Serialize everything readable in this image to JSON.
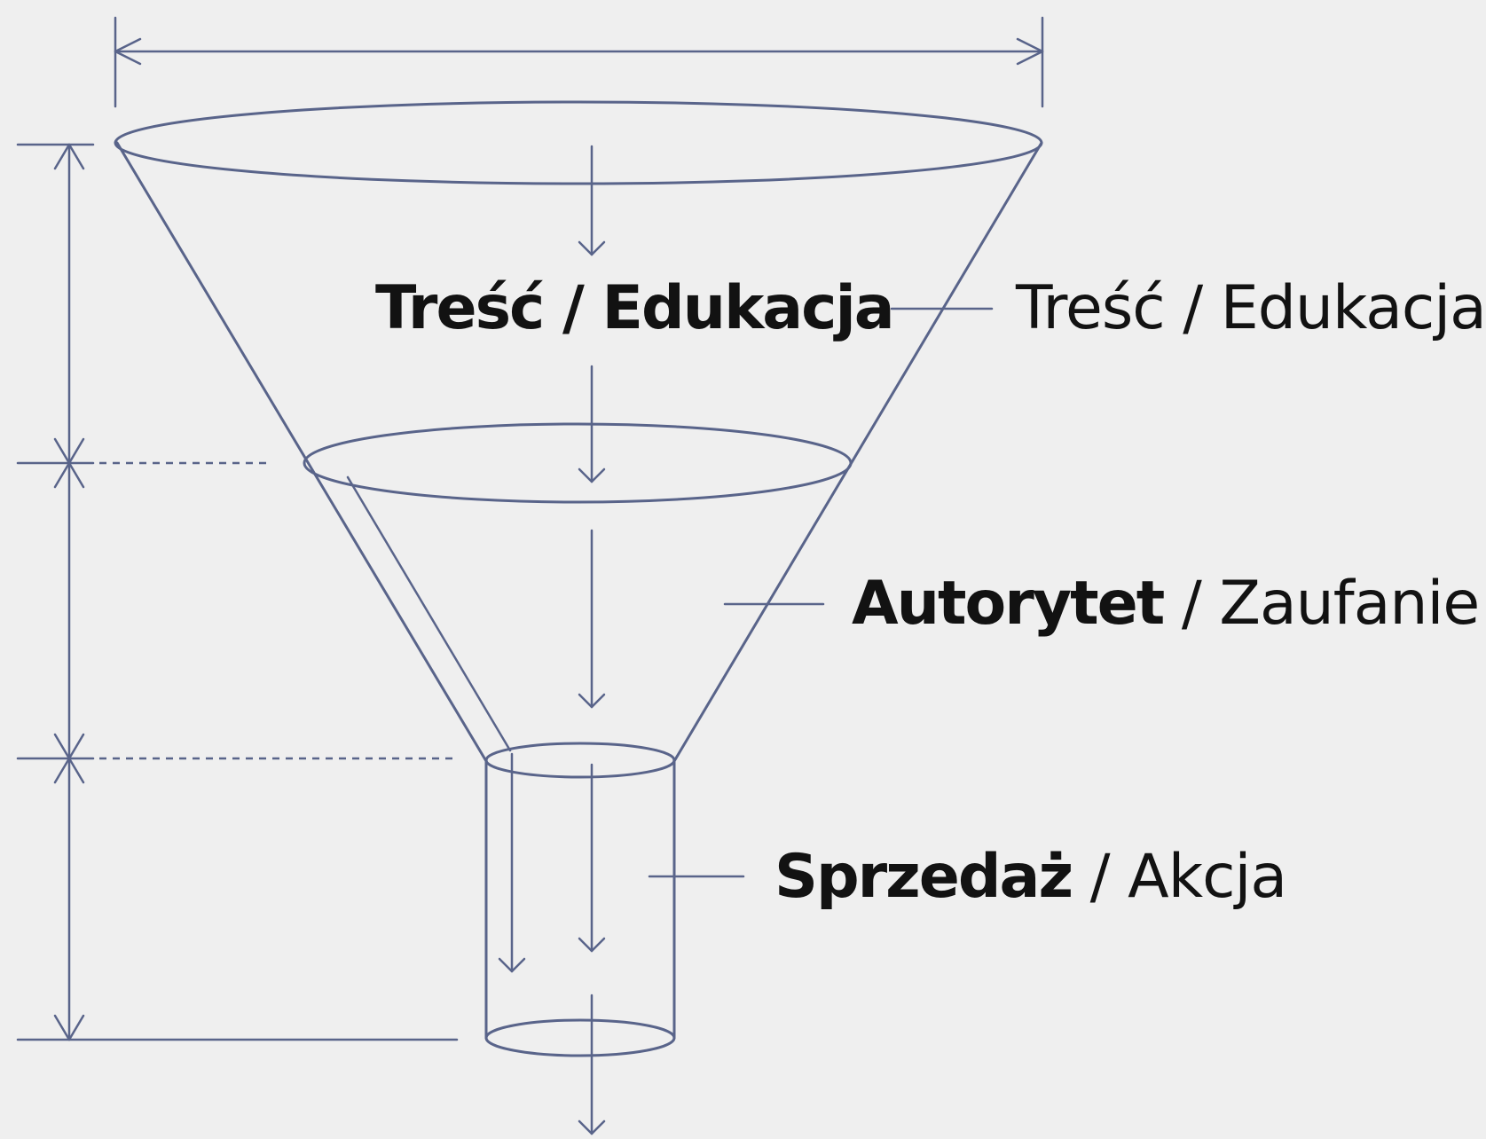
{
  "labels": {
    "stage1_bold": "Treść / Edukacja",
    "stage1_side": "Treść / Edukacja",
    "stage2_bold": "Autorytet",
    "stage2_separator": " / ",
    "stage2_regular": "Zaufanie",
    "stage3_bold": "Sprzedaż",
    "stage3_separator": " / ",
    "stage3_regular": "Akcja"
  },
  "colors": {
    "background": "#efefef",
    "line": "#59648a",
    "text": "#121212"
  }
}
